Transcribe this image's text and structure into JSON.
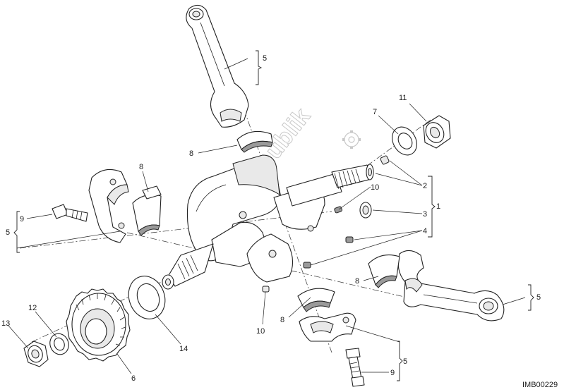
{
  "diagram": {
    "code": "IMB00229",
    "watermark": "PartsRepublik",
    "labels": {
      "rod_top_5": "5",
      "bearing_top_8": "8",
      "washer_7": "7",
      "nut_11": "11",
      "plug_2": "2",
      "group_1": "1",
      "plug_3": "3",
      "plug_4": "4",
      "pin_10_upper": "10",
      "bearing_left_8": "8",
      "bolt_left_9": "9",
      "group_left_5": "5",
      "bearing_right_8": "8",
      "rod_right_5": "5",
      "bearing_lower_8": "8",
      "pin_10_lower": "10",
      "washer_14": "14",
      "washer_12": "12",
      "nut_13": "13",
      "gear_6": "6",
      "bolt_bottom_9": "9",
      "group_bottom_5": "5"
    }
  }
}
